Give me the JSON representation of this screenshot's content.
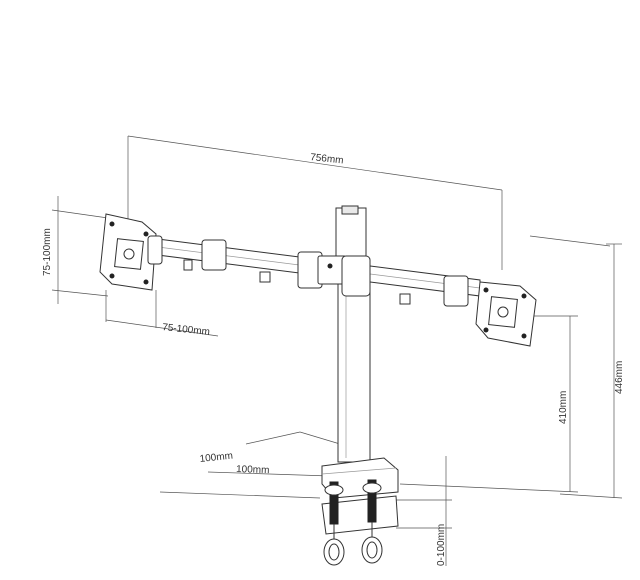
{
  "dimensions": {
    "arm_span": "756mm",
    "left_vesa_vertical": "75-100mm",
    "left_vesa_horizontal": "75-100mm",
    "arm_height": "410mm",
    "total_height": "446mm",
    "base_depth": "100mm",
    "base_width": "100mm",
    "clamp_range": "0-100mm"
  },
  "colors": {
    "line": "#333333",
    "dimension_line": "#555555",
    "background": "#ffffff"
  }
}
